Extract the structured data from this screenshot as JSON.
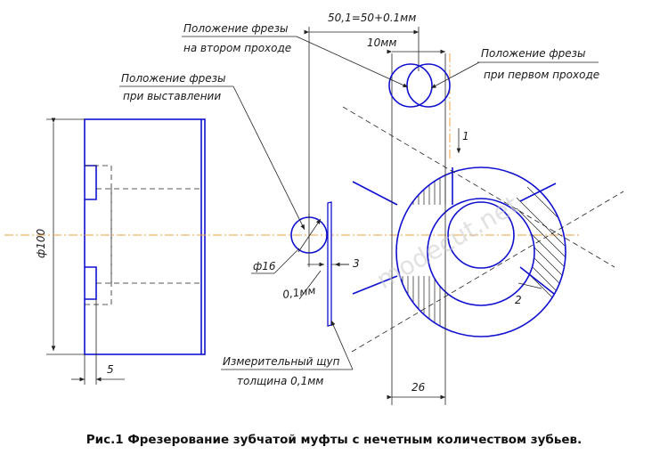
{
  "labels": {
    "pos_second_line1": "Положение фрезы",
    "pos_second_line2": "на втором проходе",
    "pos_first_line1": "Положение фрезы",
    "pos_first_line2": "при первом проходе",
    "pos_setup_line1": "Положение фрезы",
    "pos_setup_line2": "при выставлении",
    "probe_line1": "Измерительный щуп",
    "probe_line2": "толщина 0,1мм"
  },
  "dimensions": {
    "offset": "50,1=50+0.1мм",
    "width_10": "10мм",
    "dia_100": "ф100",
    "dia_16": "ф16",
    "gap_01": "0,1мм",
    "depth_5": "5",
    "width_26": "26"
  },
  "markers": {
    "m1": "1",
    "m2": "2",
    "m3": "3"
  },
  "watermark": "modecut.net",
  "caption": "Рис.1 Фрезерование зубчатой муфты с нечетным количеством зубьев.",
  "colors": {
    "outline": "#1010d0",
    "axis": "#f0a040",
    "text": "#1a1a1a"
  }
}
